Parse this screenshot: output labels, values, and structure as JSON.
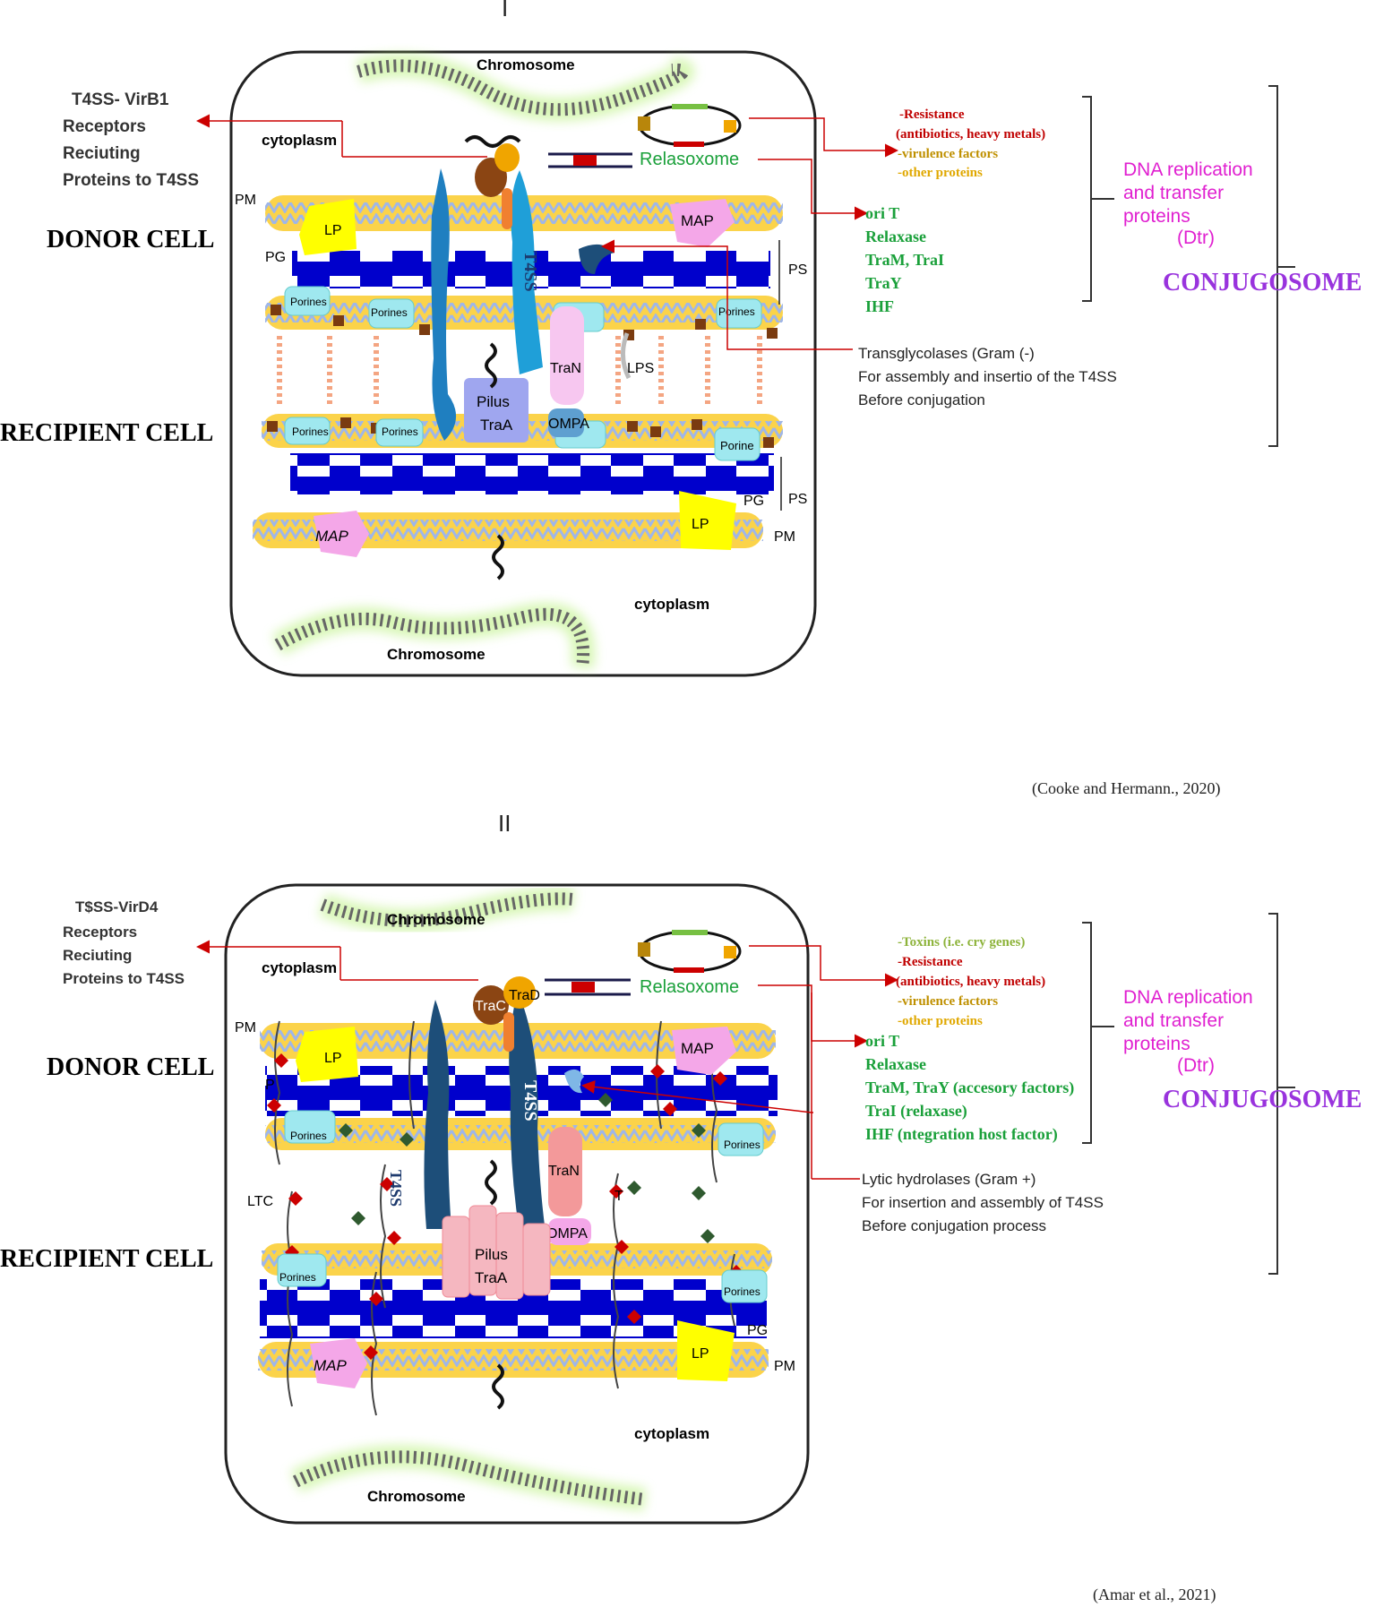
{
  "panel_1": {
    "roman": "I",
    "chromosome_top": "Chromosome",
    "chromosome_bottom": "Chromosome",
    "cytoplasm_top": "cytoplasm",
    "cytoplasm_bottom": "cytoplasm",
    "left_callout": [
      "T4SS- VirB1",
      "Receptors",
      "Reciuting",
      "Proteins to T4SS"
    ],
    "donor_cell": "DONOR CELL",
    "recipient_cell": "RECIPIENT CELL",
    "pm": "PM",
    "pg": "PG",
    "ps": "PS",
    "lp": "LP",
    "map": "MAP",
    "porines": "Porines",
    "porine": "Porine",
    "t4ss": "T4SS",
    "tran": "TraN",
    "lps": "LPS",
    "pilus": "Pilus",
    "traa": "TraA",
    "ompa": "OMPA",
    "orit": "ori T",
    "relasoxome": "Relasoxome",
    "plasmid_list": [
      {
        "text": "-Resistance",
        "color": "#c00000"
      },
      {
        "text": "(antibiotics,  heavy  metals)",
        "color": "#c00000"
      },
      {
        "text": "-virulence  factors",
        "color": "#bf9000"
      },
      {
        "text": "-other  proteins",
        "color": "#e0a800"
      }
    ],
    "dtr_list": [
      "ori T",
      "Relaxase",
      "TraM, TraI",
      "TraY",
      "IHF"
    ],
    "dtr_label": [
      "DNA replication",
      "and transfer",
      "proteins",
      "(Dtr)"
    ],
    "enzyme_note": [
      "Transglycolases (Gram (-)",
      "For assembly and insertio of the T4SS",
      "Before conjugation"
    ],
    "conjugosome": "CONJUGOSOME",
    "citation": "(Cooke and Hermann.,  2020)"
  },
  "panel_2": {
    "roman": "II",
    "chromosome_top": "Chromosome",
    "chromosome_bottom": "Chromosome",
    "cytoplasm_top": "cytoplasm",
    "cytoplasm_bottom": "cytoplasm",
    "left_callout": [
      "T$SS-VirD4",
      "Receptors",
      "Reciuting",
      "Proteins to T4SS"
    ],
    "donor_cell": "DONOR CELL",
    "recipient_cell": "RECIPIENT CELL",
    "pm": "PM",
    "pg": "PG",
    "p": "P",
    "ltc": "LTC",
    "lp": "LP",
    "map": "MAP",
    "porines": "Porines",
    "t4ss": "T4SS",
    "t4ss_small": "T4SS",
    "tran": "TraN",
    "trac": "TraC",
    "trad": "TraD",
    "t": "T",
    "pilus": "Pilus",
    "traa": "TraA",
    "ompa": "OMPA",
    "orit": "ori T",
    "relasoxome": "Relasoxome",
    "plasmid_list": [
      {
        "text": "-Toxins  (i.e.  cry  genes)",
        "color": "#8db33a"
      },
      {
        "text": "-Resistance",
        "color": "#c00000"
      },
      {
        "text": "(antibiotics,  heavy  metals)",
        "color": "#c00000"
      },
      {
        "text": "-virulence  factors",
        "color": "#bf9000"
      },
      {
        "text": "-other  proteins",
        "color": "#e0a800"
      }
    ],
    "dtr_list": [
      "ori T",
      "Relaxase",
      "TraM, TraY (accesory factors)",
      "TraI (relaxase)",
      "IHF (ntegration  host factor)"
    ],
    "dtr_label": [
      "DNA replication",
      "and transfer",
      "proteins",
      "(Dtr)"
    ],
    "enzyme_note": [
      "Lytic hydrolases (Gram +)",
      "For insertion and assembly of T4SS",
      "Before conjugation process"
    ],
    "conjugosome": "CONJUGOSOME",
    "citation": "(Amar  et al.,  2021)"
  },
  "colors": {
    "membrane_yellow": "#fbd34a",
    "peptidoglycan_blue": "#0000cc",
    "t4ss_blue": "#1f7fc0",
    "t4ss_dark": "#1d4e79",
    "relaxase_green": "#1aa03a",
    "dtr_magenta": "#e020d0",
    "conjugosome_purple": "#9933dd",
    "arrow_red": "#cc0000"
  }
}
